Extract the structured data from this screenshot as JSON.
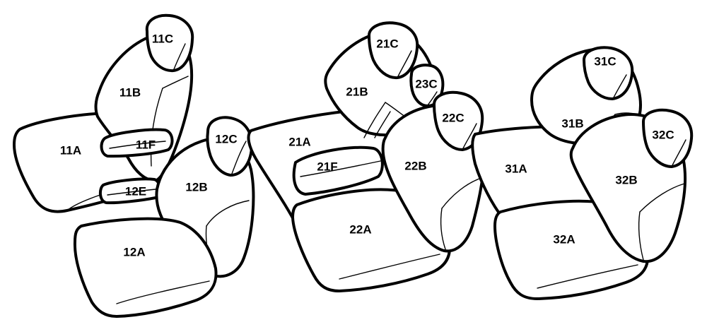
{
  "labels": {
    "l11A": "11A",
    "l11B": "11B",
    "l11C": "11C",
    "l11F": "11F",
    "l12A": "12A",
    "l12B": "12B",
    "l12C": "12C",
    "l12E": "12E",
    "l21A": "21A",
    "l21B": "21B",
    "l21C": "21C",
    "l21F": "21F",
    "l22A": "22A",
    "l22B": "22B",
    "l22C": "22C",
    "l23C": "23C",
    "l31A": "31A",
    "l31B": "31B",
    "l31C": "31C",
    "l32A": "32A",
    "l32B": "32B",
    "l32C": "32C"
  }
}
